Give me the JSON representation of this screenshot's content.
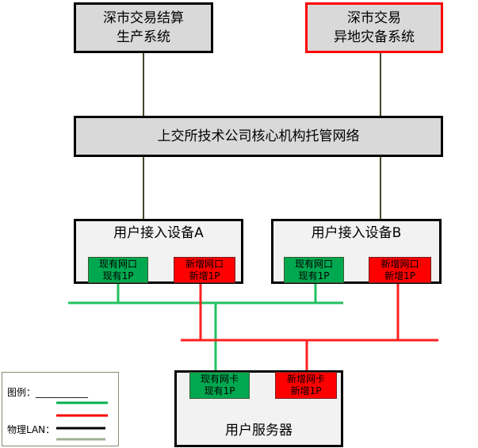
{
  "top_left": {
    "line1": "深市交易结算",
    "line2": "生产系统"
  },
  "top_right": {
    "line1": "深市交易",
    "line2": "异地灾备系统"
  },
  "core_network": {
    "label": "上交所技术公司核心机构托管网络"
  },
  "device_a": {
    "title": "用户接入设备A",
    "existing_port": {
      "line1": "现有网口",
      "line2": "现有1P"
    },
    "new_port": {
      "line1": "新增网口",
      "line2": "新增1P"
    }
  },
  "device_b": {
    "title": "用户接入设备B",
    "existing_port": {
      "line1": "现有网口",
      "line2": "现有1P"
    },
    "new_port": {
      "line1": "新增网口",
      "line2": "新增1P"
    }
  },
  "server": {
    "title": "用户服务器",
    "existing_nic": {
      "line1": "现有网卡",
      "line2": "现有1P"
    },
    "new_nic": {
      "line1": "新增网卡",
      "line2": "新增1P"
    }
  },
  "legend": {
    "title": "图例：___________",
    "physical_lan": "物理LAN：",
    "colors": {
      "existing": "#00b050",
      "new": "#ff0000",
      "lan_black": "#000000",
      "lan_gray": "#a0b090"
    }
  },
  "colors": {
    "connector": "#3f4a2a",
    "accent_red": "#ff0000",
    "accent_green": "#00a850"
  }
}
